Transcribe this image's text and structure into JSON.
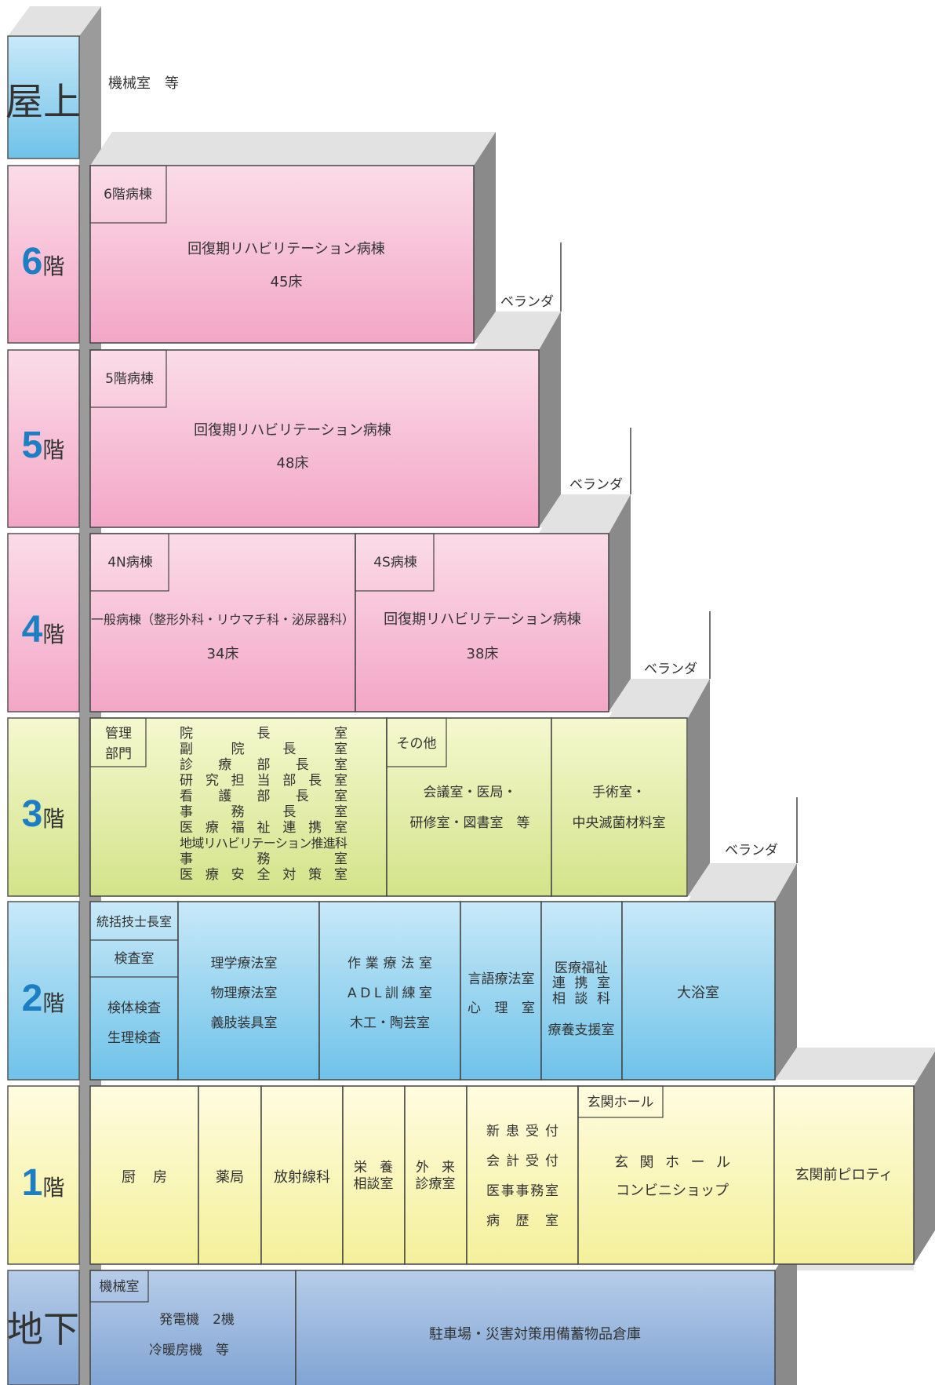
{
  "floors": {
    "roof": {
      "label": "屋上",
      "note": "機械室　等"
    },
    "f6": {
      "num": "6",
      "suffix": "階"
    },
    "f5": {
      "num": "5",
      "suffix": "階"
    },
    "f4": {
      "num": "4",
      "suffix": "階"
    },
    "f3": {
      "num": "3",
      "suffix": "階"
    },
    "f2": {
      "num": "2",
      "suffix": "階"
    },
    "f1": {
      "num": "1",
      "suffix": "階"
    },
    "b1": {
      "label": "地下"
    }
  },
  "veranda": "ベランダ",
  "f6": {
    "tag": "6階病棟",
    "title": "回復期リハビリテーション病棟",
    "beds": "45床"
  },
  "f5": {
    "tag": "5階病棟",
    "title": "回復期リハビリテーション病棟",
    "beds": "48床"
  },
  "f4": {
    "north": {
      "tag": "4N病棟",
      "title": "一般病棟（整形外科・リウマチ科・泌尿器科）",
      "beds": "34床"
    },
    "south": {
      "tag": "4S病棟",
      "title": "回復期リハビリテーション病棟",
      "beds": "38床"
    }
  },
  "f3": {
    "admin_tag": [
      "管理",
      "部門"
    ],
    "admin_rooms": [
      "院長室",
      "副院長室",
      "診療部長室",
      "研究担当部長室",
      "看護部長室",
      "事務長室",
      "医療福祉連携室",
      "地域リハビリテーション推進科",
      "事務室",
      "医療安全対策室"
    ],
    "other_tag": "その他",
    "other_rooms": [
      "会議室・医局・",
      "研修室・図書室　等"
    ],
    "surgery": [
      "手術室・",
      "中央滅菌材料室"
    ]
  },
  "f2": {
    "head_tech": "統括技士長室",
    "lab": "検査室",
    "lab_rooms": [
      "検体検査",
      "生理検査"
    ],
    "pt": [
      "理学療法室",
      "物理療法室",
      "義肢装具室"
    ],
    "ot": [
      "作業療法室",
      "ADL訓練室",
      "木工・陶芸室"
    ],
    "st": [
      "言語療法室",
      "心理室"
    ],
    "welfare": [
      "医療福祉",
      "連携室",
      "相談科",
      "療養支援室"
    ],
    "bath": "大浴室"
  },
  "f1": {
    "kitchen": "厨房",
    "pharmacy": "薬局",
    "radiology": "放射線科",
    "nutrition": [
      "栄養",
      "相談室"
    ],
    "outpatient": [
      "外来",
      "診療室"
    ],
    "reception": [
      "新患受付",
      "会計受付",
      "医事事務室",
      "病歴室"
    ],
    "hall_tag": "玄関ホール",
    "hall": [
      "玄関ホール",
      "コンビニショップ"
    ],
    "piloti": "玄関前ピロティ"
  },
  "b1": {
    "tag": "機械室",
    "machine": [
      "発電機　2機",
      "冷暖房機　等"
    ],
    "parking": "駐車場・災害対策用備蓄物品倉庫"
  },
  "colors": {
    "pink_top": "#fbdce8",
    "pink_bottom": "#f3a6c6",
    "green_top": "#f5f8cf",
    "green_bottom": "#d3e389",
    "blue_top": "#c8e9f8",
    "blue_bottom": "#6fc2e9",
    "yellow_top": "#fffce0",
    "yellow_bottom": "#f4f09a",
    "steel_top": "#b7cde9",
    "steel_bottom": "#7fa3d3",
    "accent_blue": "#1d7fc3",
    "side_gray": "#8a8a8a",
    "top_gray": "#e2e2e2"
  }
}
